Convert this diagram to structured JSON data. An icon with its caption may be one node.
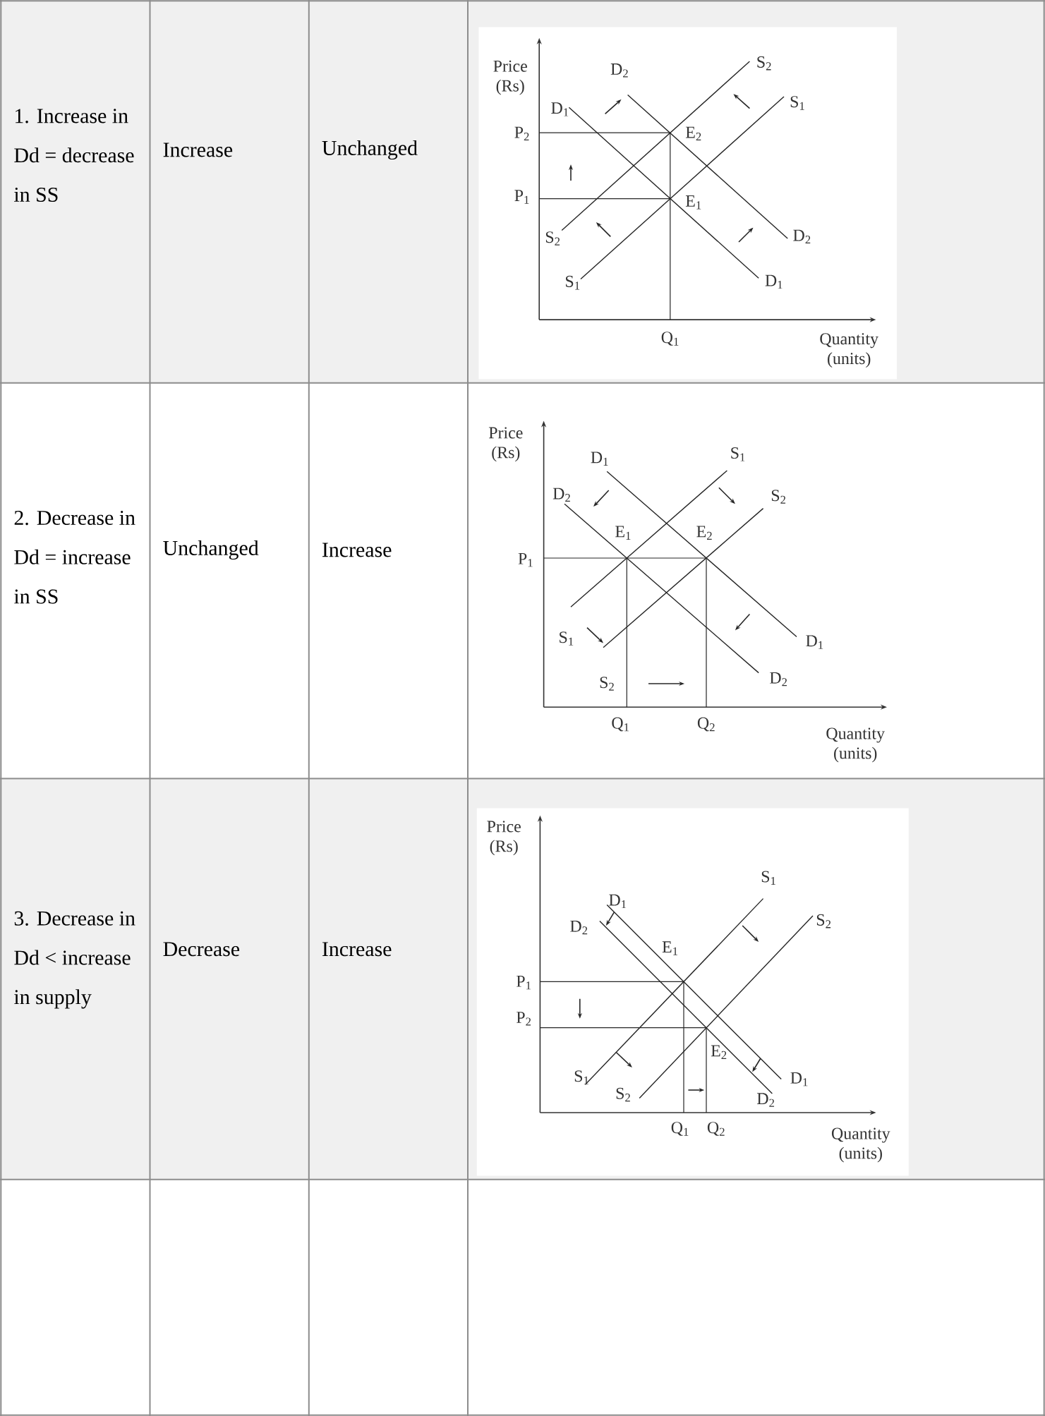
{
  "diagram": {
    "labels": [
      "1. Increase in Dd = decrease in SS",
      "Increase",
      "Unchanged",
      "Price (Rs)",
      "D$_{2}$",
      "S$_{2}$",
      "S$_{1}$",
      "D$_{1}$",
      "P$_{2}$",
      "E$_{2}$",
      "P$_{1}$",
      "E$_{1}$",
      "S$_{2}$",
      "D$_{2}$",
      "S$_{1}$",
      "D$_{1}$",
      "Q$_{1}$",
      "Quantity (units)",
      "2. Decrease in Dd = increase in SS",
      "Unchanged",
      "Increase",
      "Price (Rs)",
      "D$_{1}$",
      "S$_{1}$",
      "D$_{2}$",
      "S$_{2}$",
      "E$_{1}$",
      "E$_{2}$",
      "P$_{1}$",
      "S$_{1}$",
      "D$_{1}$",
      "S$_{2}$",
      "D$_{2}$",
      "Q$_{1}$",
      "Q$_{2}$",
      "Quantity (units)",
      "3. Decrease in Dd < increase in supply",
      "Decrease",
      "Increase",
      "Price (Rs)",
      "S$_{1}$",
      "D$_{1}$",
      "D$_{2}$",
      "S$_{2}$",
      "E$_{1}$",
      "P$_{1}$",
      "P$_{2}$",
      "E$_{2}$",
      "S$_{1}$",
      "D$_{1}$",
      "S$_{2}$",
      "D$_{2}$",
      "Q$_{1}$",
      "Q$_{2}$",
      "Quantity (units)"
    ]
  }
}
